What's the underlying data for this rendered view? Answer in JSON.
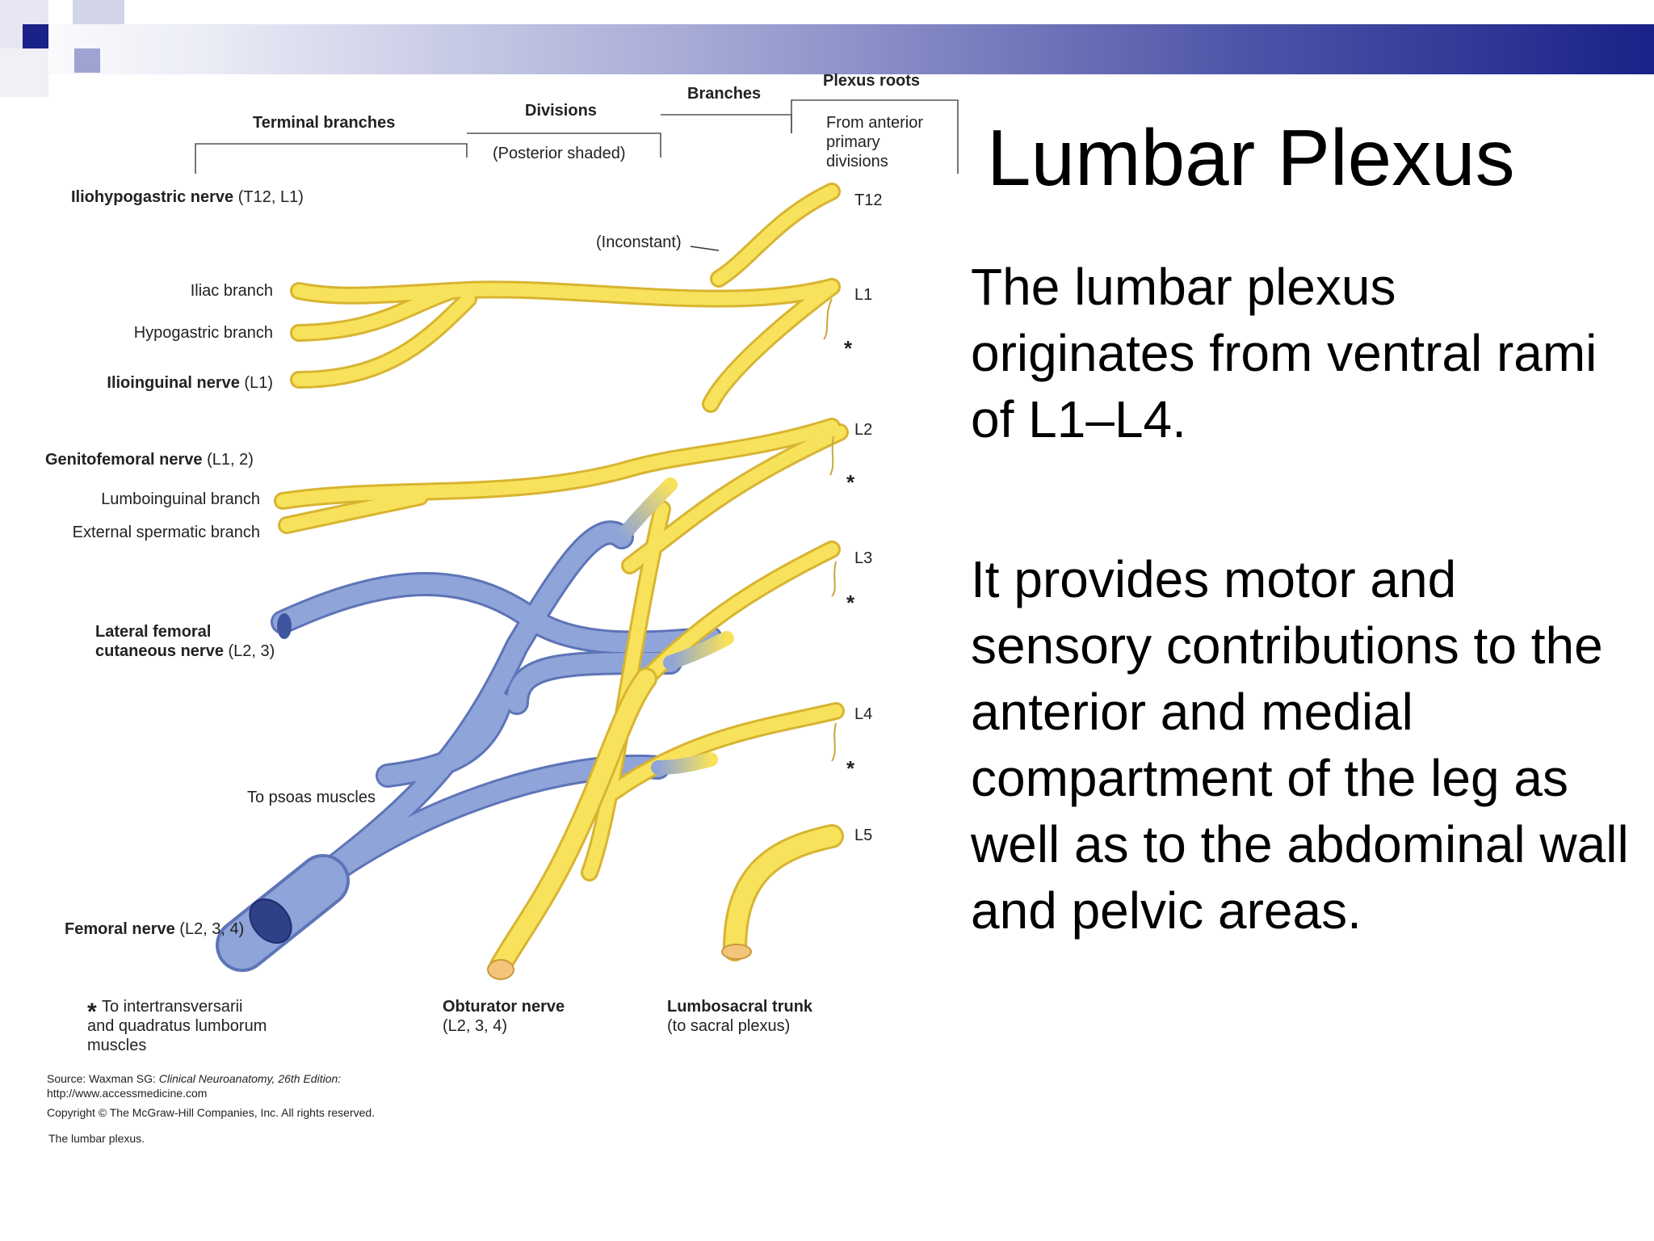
{
  "slide": {
    "title": "Lumbar Plexus",
    "bullets": [
      "The lumbar plexus originates from ventral rami of L1–L4.",
      "It provides motor and sensory contributions to the anterior and medial compartment of the leg as well as to the abdominal wall and pelvic areas."
    ]
  },
  "colors": {
    "header_dark": "#1a2188",
    "nerve_anterior": "#f8e25c",
    "nerve_posterior": "#8fa4d8",
    "outline_anterior": "#d8b431",
    "outline_posterior": "#5e74b8"
  },
  "diagram": {
    "header": {
      "terminal_branches": "Terminal branches",
      "divisions": "Divisions",
      "divisions_note": "(Posterior shaded)",
      "branches": "Branches",
      "plexus_roots": "Plexus roots",
      "roots_note": [
        "From anterior",
        "primary",
        "divisions"
      ]
    },
    "roots": [
      "T12",
      "L1",
      "L2",
      "L3",
      "L4",
      "L5"
    ],
    "asterisk": "*",
    "inconstant": "(Inconstant)",
    "nerves": {
      "iliohypogastric": {
        "name": "Iliohypogastric nerve",
        "roots": " (T12, L1)"
      },
      "iliac_branch": "Iliac branch",
      "hypogastric_branch": "Hypogastric branch",
      "ilioinguinal": {
        "name": "Ilioinguinal nerve",
        "roots": " (L1)"
      },
      "genitofemoral": {
        "name": "Genitofemoral nerve",
        "roots": " (L1, 2)"
      },
      "lumboinguinal_branch": "Lumboinguinal branch",
      "external_spermatic_branch": "External spermatic branch",
      "lateral_femoral": {
        "line1": "Lateral femoral",
        "line2": "cutaneous nerve",
        "roots": " (L2, 3)"
      },
      "to_psoas": "To psoas muscles",
      "femoral": {
        "name": "Femoral nerve",
        "roots": " (L2, 3, 4)"
      },
      "obturator": {
        "name": "Obturator nerve",
        "roots": "(L2, 3, 4)"
      },
      "lumbosacral": {
        "name": "Lumbosacral trunk",
        "note": "(to sacral plexus)"
      }
    },
    "footnote": [
      "To intertransversarii",
      "and quadratus lumborum",
      "muscles"
    ],
    "source": {
      "prefix": "Source: Waxman SG: ",
      "book": "Clinical Neuroanatomy, 26th Edition:",
      "url": "http://www.accessmedicine.com",
      "copyright": "Copyright © The McGraw-Hill Companies, Inc. All rights reserved.",
      "caption": "The lumbar plexus."
    }
  }
}
